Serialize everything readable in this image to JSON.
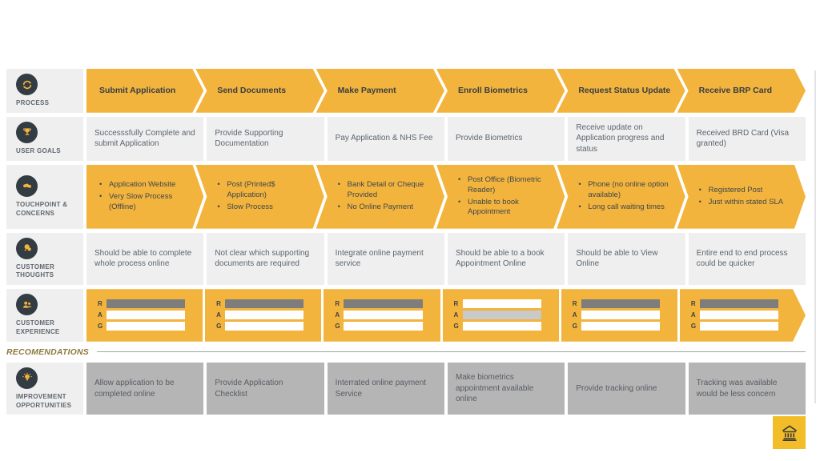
{
  "colors": {
    "accent_yellow": "#F2B43D",
    "cell_gray": "#EFEFEF",
    "improvement_gray": "#B5B5B5",
    "icon_circle": "#333C43",
    "rag_dark_fill": "#7D7D7D",
    "rag_light_fill": "#C9C9C9"
  },
  "row_labels": {
    "process": "PROCESS",
    "user_goals": "USER GOALS",
    "touchpoint": "TOUCHPOINT & CONCERNS",
    "thoughts": "CUSTOMER THOUGHTS",
    "experience": "CUSTOMER EXPERIENCE",
    "improvement": "IMPROVEMENT OPPORTUNITIES"
  },
  "section_label": "RECOMENDATIONS",
  "rag_letters": [
    "R",
    "A",
    "G"
  ],
  "icons": {
    "process": "cycle-icon",
    "user_goals": "trophy-icon",
    "touchpoint": "handshake-icon",
    "thoughts": "thought-bubbles-icon",
    "experience": "users-icon",
    "improvement": "lightbulb-icon",
    "footer": "bank-icon"
  },
  "columns": [
    {
      "process": "Submit Application",
      "user_goal": "Successsfully Complete and submit Application",
      "touchpoints": [
        "Application Website",
        "Very Slow Process (Offline)"
      ],
      "thought": "Should be able to complete whole process online",
      "rag": {
        "R": "dark",
        "A": "none",
        "G": "none"
      },
      "improvement": "Allow application to be completed online"
    },
    {
      "process": "Send Documents",
      "user_goal": "Provide Supporting Documentation",
      "touchpoints": [
        "Post (Printed$ Application)",
        "Slow Process"
      ],
      "thought": "Not clear which supporting documents are required",
      "rag": {
        "R": "dark",
        "A": "none",
        "G": "none"
      },
      "improvement": "Provide Application Checklist"
    },
    {
      "process": "Make Payment",
      "user_goal": "Pay Application & NHS Fee",
      "touchpoints": [
        "Bank Detail or Cheque Provided",
        "No Online Payment"
      ],
      "thought": "Integrate online payment service",
      "rag": {
        "R": "dark",
        "A": "none",
        "G": "none"
      },
      "improvement": "Interrated online payment Service"
    },
    {
      "process": "Enroll Biometrics",
      "user_goal": "Provide Biometrics",
      "touchpoints": [
        "Post Office (Biometric Reader)",
        "Unable to book Appointment"
      ],
      "thought": "Should be able to a book Appointment Online",
      "rag": {
        "R": "none",
        "A": "light",
        "G": "none"
      },
      "improvement": "Make biometrics appointment available online"
    },
    {
      "process": "Request Status Update",
      "user_goal": "Receive update on Application progress and status",
      "touchpoints": [
        "Phone (no online option available)",
        "Long call waiting times"
      ],
      "thought": "Should be able to View Online",
      "rag": {
        "R": "dark",
        "A": "none",
        "G": "none"
      },
      "improvement": "Provide tracking online"
    },
    {
      "process": "Receive BRP Card",
      "user_goal": "Received BRD Card (Visa granted)",
      "touchpoints": [
        "Registered Post",
        "Just within stated SLA"
      ],
      "thought": "Entire end to end process could be quicker",
      "rag": {
        "R": "dark",
        "A": "none",
        "G": "none"
      },
      "improvement": "Tracking was available would be less concern"
    }
  ]
}
